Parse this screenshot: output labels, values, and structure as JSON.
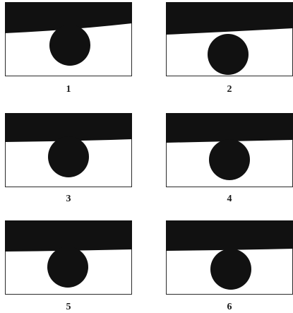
{
  "colors": {
    "dark": "#111111",
    "paper": "#ffffff",
    "frame": "#2a2a2a"
  },
  "figure": {
    "panels": [
      {
        "caption": "1"
      },
      {
        "caption": "2"
      },
      {
        "caption": "3"
      },
      {
        "caption": "4"
      },
      {
        "caption": "5"
      },
      {
        "caption": "6"
      }
    ]
  }
}
